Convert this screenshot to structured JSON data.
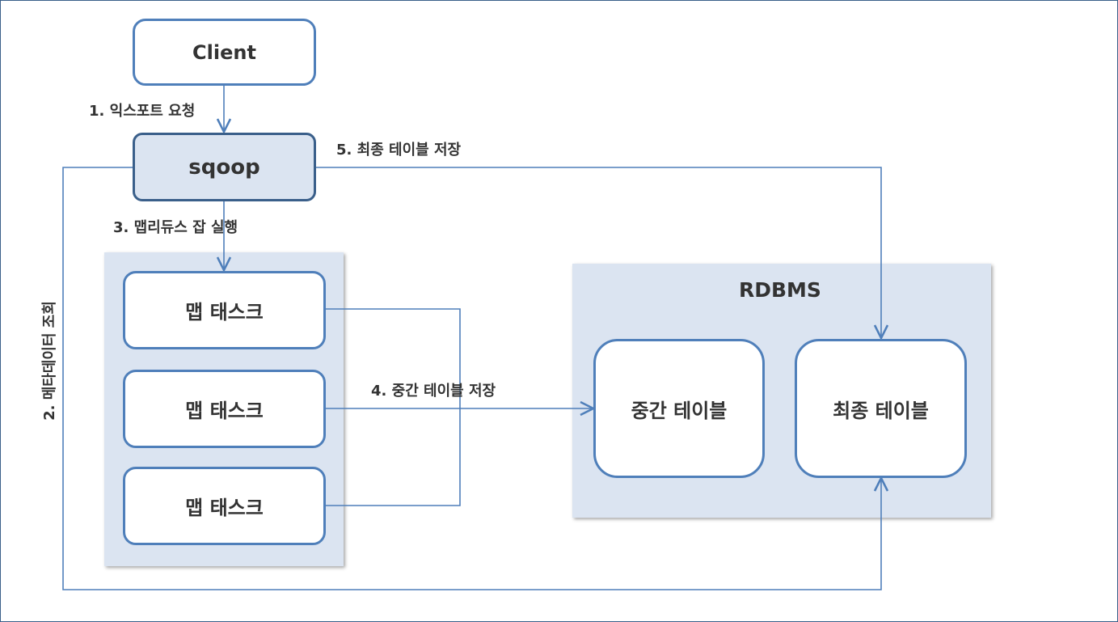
{
  "nodes": {
    "client": "Client",
    "sqoop": "sqoop",
    "map_task_1": "맵 태스크",
    "map_task_2": "맵 태스크",
    "map_task_3": "맵 태스크",
    "rdbms_title": "RDBMS",
    "intermediate_table": "중간 테이블",
    "final_table": "최종 테이블"
  },
  "edges": {
    "step1": "1. 익스포트 요청",
    "step2": "2. 메타데이터 조회",
    "step3": "3. 맵리듀스 잡 실행",
    "step4": "4. 중간 테이블 저장",
    "step5": "5. 최종 테이블 저장"
  },
  "colors": {
    "box_border": "#4f7fba",
    "panel_fill": "#dbe4f1",
    "arrow": "#4f7fba"
  }
}
